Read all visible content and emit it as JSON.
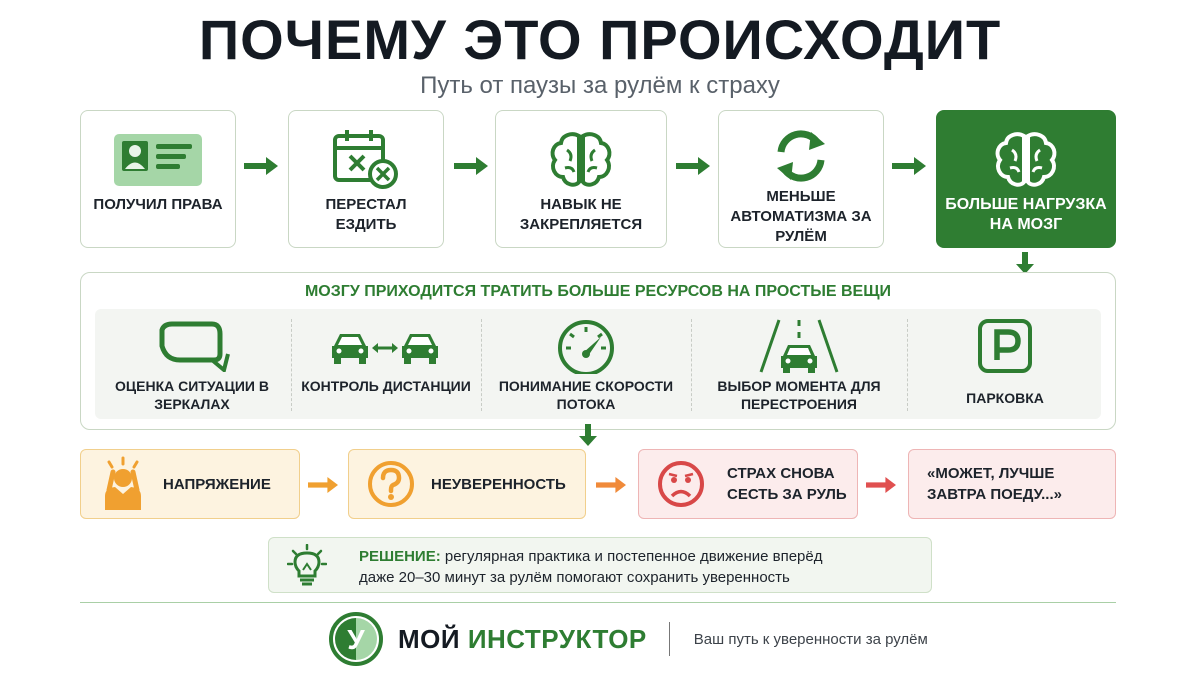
{
  "header": {
    "title": "ПОЧЕМУ ЭТО ПРОИСХОДИТ",
    "subtitle": "Путь от паузы за рулём к страху"
  },
  "steps": [
    {
      "label": "ПОЛУЧИЛ ПРАВА",
      "icon": "license-card-icon"
    },
    {
      "label": "ПЕРЕСТАЛ ЕЗДИТЬ",
      "icon": "calendar-cancel-icon"
    },
    {
      "label": "НАВЫК НЕ ЗАКРЕПЛЯЕТСЯ",
      "icon": "brain-icon"
    },
    {
      "label": "МЕНЬШЕ АВТОМАТИЗМА ЗА РУЛЁМ",
      "icon": "refresh-cycle-icon"
    },
    {
      "label": "БОЛЬШЕ НАГРУЗКА НА МОЗГ",
      "icon": "brain-icon"
    }
  ],
  "resources": {
    "title": "МОЗГУ ПРИХОДИТСЯ ТРАТИТЬ БОЛЬШЕ РЕСУРСОВ НА ПРОСТЫЕ ВЕЩИ",
    "items": [
      {
        "label": "ОЦЕНКА СИТУАЦИИ В ЗЕРКАЛАХ",
        "icon": "side-mirror-icon"
      },
      {
        "label": "КОНТРОЛЬ ДИСТАНЦИИ",
        "icon": "cars-distance-icon"
      },
      {
        "label": "ПОНИМАНИЕ СКОРОСТИ ПОТОКА",
        "icon": "speedometer-icon"
      },
      {
        "label": "ВЫБОР МОМЕНТА ДЛЯ ПЕРЕСТРОЕНИЯ",
        "icon": "lane-change-icon"
      },
      {
        "label": "ПАРКОВКА",
        "icon": "parking-sign-icon"
      }
    ]
  },
  "emotions": [
    {
      "label": "НАПРЯЖЕНИЕ",
      "icon": "stressed-person-icon"
    },
    {
      "label": "НЕУВЕРЕННОСТЬ",
      "icon": "question-circle-icon"
    },
    {
      "label": "СТРАХ СНОВА СЕСТЬ ЗА РУЛЬ",
      "icon": "sad-face-icon"
    },
    {
      "label": "«МОЖЕТ, ЛУЧШЕ ЗАВТРА ПОЕДУ...»",
      "icon": ""
    }
  ],
  "solution": {
    "keyword": "РЕШЕНИЕ:",
    "line1": "регулярная практика и постепенное движение вперёд",
    "line2": "даже 20–30 минут за рулём помогают сохранить уверенность",
    "icon": "lightbulb-icon"
  },
  "brand": {
    "logo_letter": "У",
    "name_part1": "МОЙ",
    "name_part2": "ИНСТРУКТОР",
    "tagline": "Ваш путь к уверенности за рулём"
  },
  "colors": {
    "primary_green": "#2e7d32",
    "dark_green": "#2f7d32",
    "orange": "#f0a030",
    "red": "#e05050"
  }
}
